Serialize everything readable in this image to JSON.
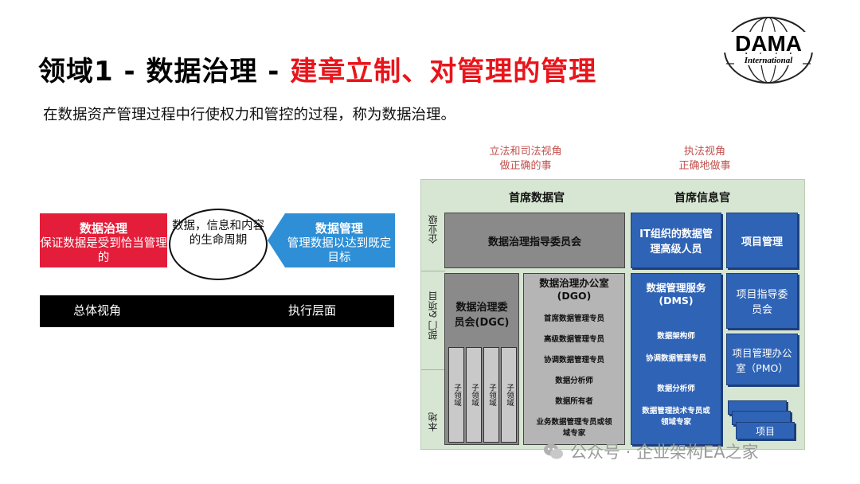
{
  "title": {
    "part1": "领域1 - 数据治理 - ",
    "part2": "建章立制、对管理的管理"
  },
  "subtitle": "在数据资产管理过程中行使权力和管控的过程，称为数据治理。",
  "logo": {
    "main": "DAMA",
    "sub": "International"
  },
  "left_diagram": {
    "governance": {
      "title": "数据治理",
      "desc": "保证数据是受到恰当管理的"
    },
    "lifecycle": "数据，信息和内容的生命周期",
    "management": {
      "title": "数据管理",
      "desc": "管理数据以达到既定目标"
    },
    "bar": {
      "left": "总体视角",
      "right": "执行层面"
    }
  },
  "right_diagram": {
    "legislative_label": [
      "立法和司法视角",
      "做正确的事"
    ],
    "executive_label": [
      "执法视角",
      "正确地做事"
    ],
    "cdo": "首席数据官",
    "cio": "首席信息官",
    "bands": {
      "enterprise": "企业级",
      "dept": "部门 &项目",
      "local": "本地"
    },
    "steering_committee": "数据治理指导委员会",
    "it_org": "IT组织的数据管理高级人员",
    "project_mgmt": "项目管理",
    "dgc": "数据治理委员会(DGC)",
    "dgo_title": "数据治理办公室(DGO)",
    "dgo_items": [
      "首席数据管理专员",
      "高级数据管理专员",
      "协调数据管理专员",
      "数据分析师",
      "数据所有者",
      "业务数据管理专员或领域专家"
    ],
    "subdomains": [
      "子领域",
      "子领域",
      "子领域",
      "子领域"
    ],
    "dms_title": "数据管理服务(DMS)",
    "dms_items": [
      "数据架构师",
      "协调数据管理专员",
      "数据分析师",
      "数据管理技术专员或领域专家"
    ],
    "project_steering": "项目指导委员会",
    "pmo": "项目管理办公室（PMO）",
    "project": "项目"
  },
  "watermark": "公众号 · 企业架构EA之家",
  "colors": {
    "title_red": "#e8151b",
    "gov_red": "#e41e3a",
    "mgmt_blue": "#2e8fd6",
    "box_blue": "#2f63b5",
    "band_green": "#d7e6d2"
  }
}
